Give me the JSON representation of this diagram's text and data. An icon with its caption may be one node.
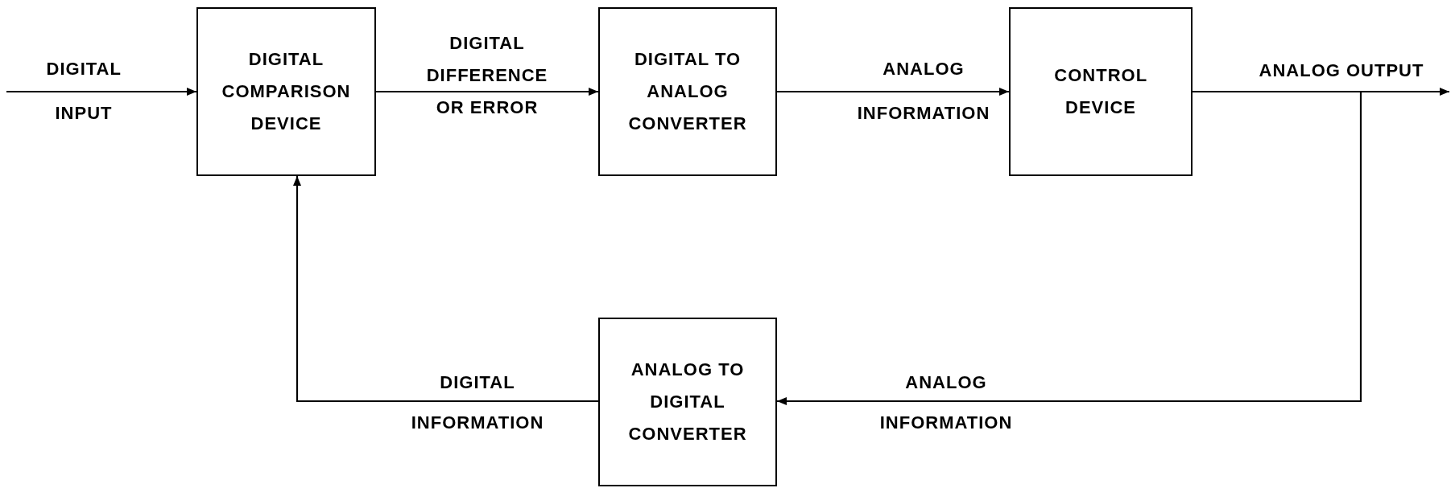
{
  "diagram": {
    "nodes": [
      {
        "text": [
          "DIGITAL COMPARISON DEVICE"
        ]
      },
      {
        "text": [
          "DIGITAL TO ANALOG CONVERTER"
        ]
      },
      {
        "text": [
          "CONTROL DEVICE"
        ]
      },
      {
        "text": [
          "ANALOG TO DIGITAL CONVERTER"
        ]
      }
    ],
    "edges": [
      {
        "from": null,
        "to": 0,
        "arrow": "to",
        "label": "DIGITAL INPUT"
      },
      {
        "from": 0,
        "to": 1,
        "arrow": "to",
        "label": "DIGITAL DIFFERENCE OR ERROR"
      },
      {
        "from": 1,
        "to": 2,
        "arrow": "to",
        "label": "ANALOG INFORMATION"
      },
      {
        "from": 2,
        "to": null,
        "arrow": "to",
        "label": "ANALOG OUTPUT"
      },
      {
        "from": 2,
        "to": 3,
        "arrow": "to",
        "label": "ANALOG INFORMATION"
      },
      {
        "from": 3,
        "to": 0,
        "arrow": "to",
        "label": "DIGITAL INFORMATION"
      }
    ]
  }
}
